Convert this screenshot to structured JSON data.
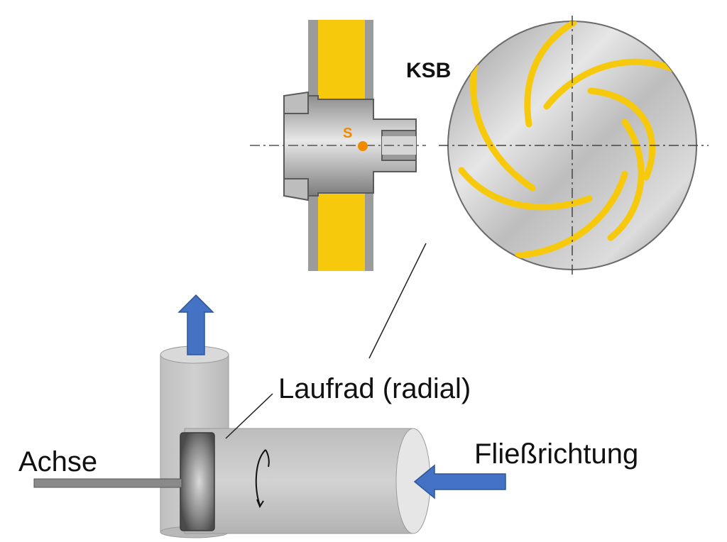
{
  "logo": {
    "text": "KSB"
  },
  "impeller": {
    "center_mark": "S"
  },
  "labels": {
    "impeller": "Laufrad (radial)",
    "axle": "Achse",
    "flow": "Fließrichtung"
  },
  "colors": {
    "blade_yellow": "#f7c90c",
    "center_point": "#f08a00",
    "arrow_blue": "#4472c4",
    "housing_gray": "#c8c8c8",
    "axle_gray": "#8a8a8a"
  },
  "icons": {
    "outlet_arrow": "arrow-up-icon",
    "inflow_arrow": "arrow-left-icon",
    "rotation": "rotation-arrow-icon"
  }
}
